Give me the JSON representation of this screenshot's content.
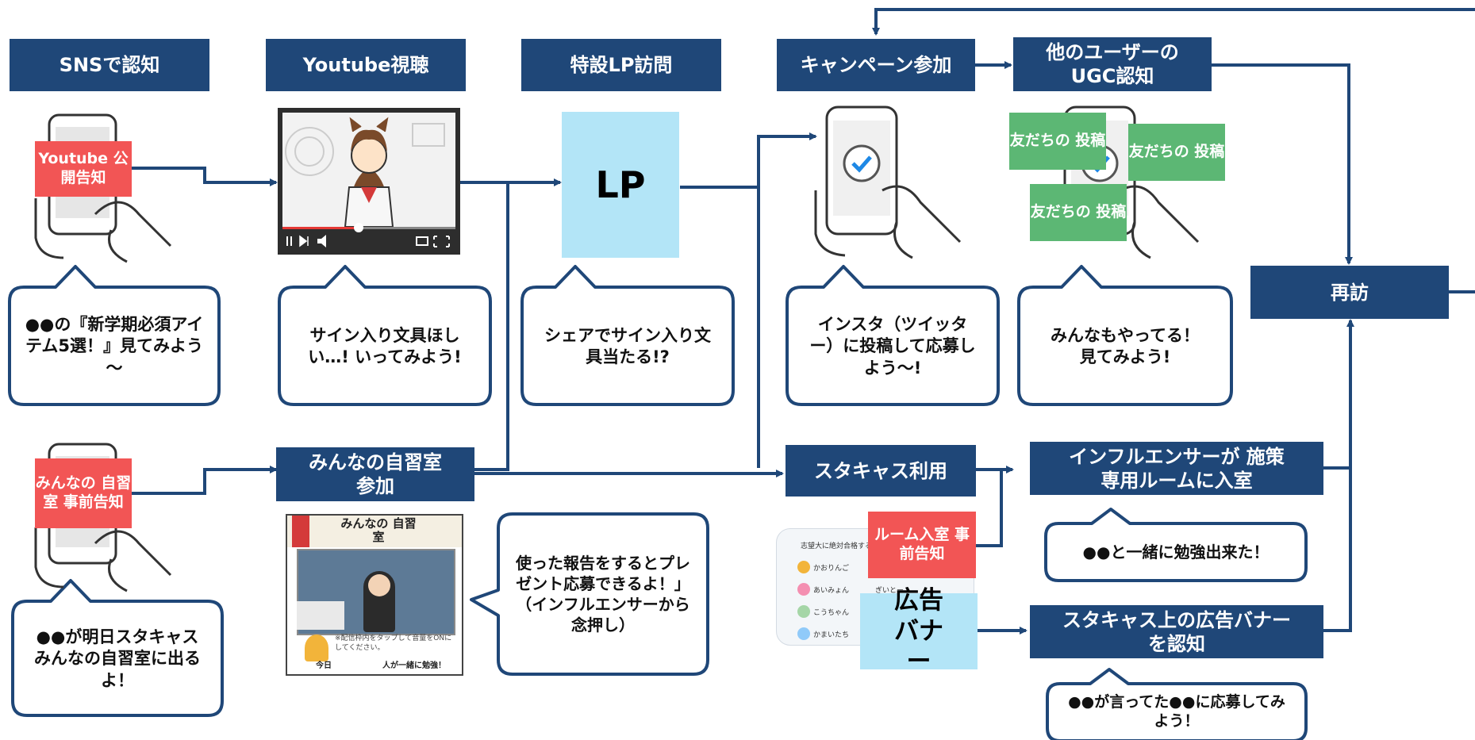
{
  "stages": {
    "sns": "SNSで認知",
    "youtube": "Youtube視聴",
    "lp_visit": "特設LP訪問",
    "campaign": "キャンペーン参加",
    "ugc": "他のユーザーの UGC認知",
    "revisit": "再訪",
    "study_room": "みんなの自習室 参加",
    "stacas": "スタキャス利用",
    "influencer": "インフルエンサーが 施策専用ルームに入室",
    "banner_recog": "スタキャス上の広告バナー を認知"
  },
  "labels": {
    "youtube_notice": "Youtube 公開告知",
    "room_notice": "みんなの 自習室 事前告知",
    "lp": "LP",
    "friend_post_1": "友だちの 投稿",
    "friend_post_2": "友だちの 投稿",
    "friend_post_3": "友だちの 投稿",
    "room_entry_notice": "ルーム入室 事前告知",
    "ad_banner": "広告 バナー"
  },
  "bubbles": {
    "sns": "●●の『新学期必須アイテム5選！』見てみよう～",
    "youtube": "サイン入り文具ほしい…! いってみよう!",
    "lp": "シェアでサイン入り文具当たる!?",
    "campaign": "インスタ（ツイッター）に投稿して応募しよう～!",
    "ugc": "みんなもやってる！ 見てみよう!",
    "room_notice": "●●が明日スタキャスみんなの自習室に出るよ！",
    "study_room": "使った報告をするとプレゼント応募できるよ！」 （インフルエンサーから念押し）",
    "influencer": "●●と一緒に勉強出来た！",
    "banner": "●●が言ってた●●に応募してみよう！"
  },
  "screens": {
    "study_room_title": "みんなの 自習室",
    "study_room_caption": "※配信枠内をタップして音量をONにしてください。",
    "study_room_today": "今日",
    "study_room_together": "人が一緒に勉強！",
    "stacas_header": "志望大に絶対合格するルーム",
    "stacas_users": [
      "かおりんご",
      "あいみょん",
      "こうちゃん",
      "かまいたち",
      "ぎいとー"
    ]
  },
  "colors": {
    "navy": "#1f4778",
    "red": "#f25555",
    "green": "#5cb774",
    "light_blue": "#b3e5f7"
  }
}
